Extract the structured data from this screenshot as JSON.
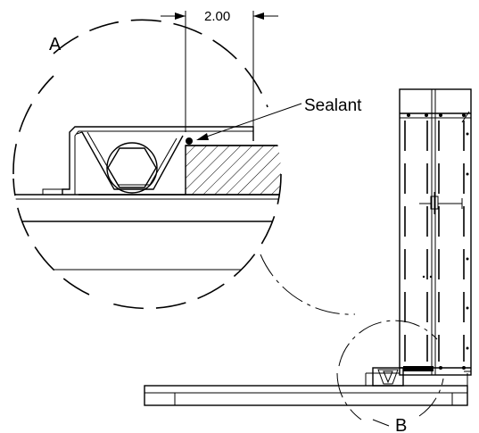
{
  "labels": {
    "detail_a": "A",
    "detail_b": "B",
    "dimension": "2.00",
    "sealant": "Sealant"
  }
}
